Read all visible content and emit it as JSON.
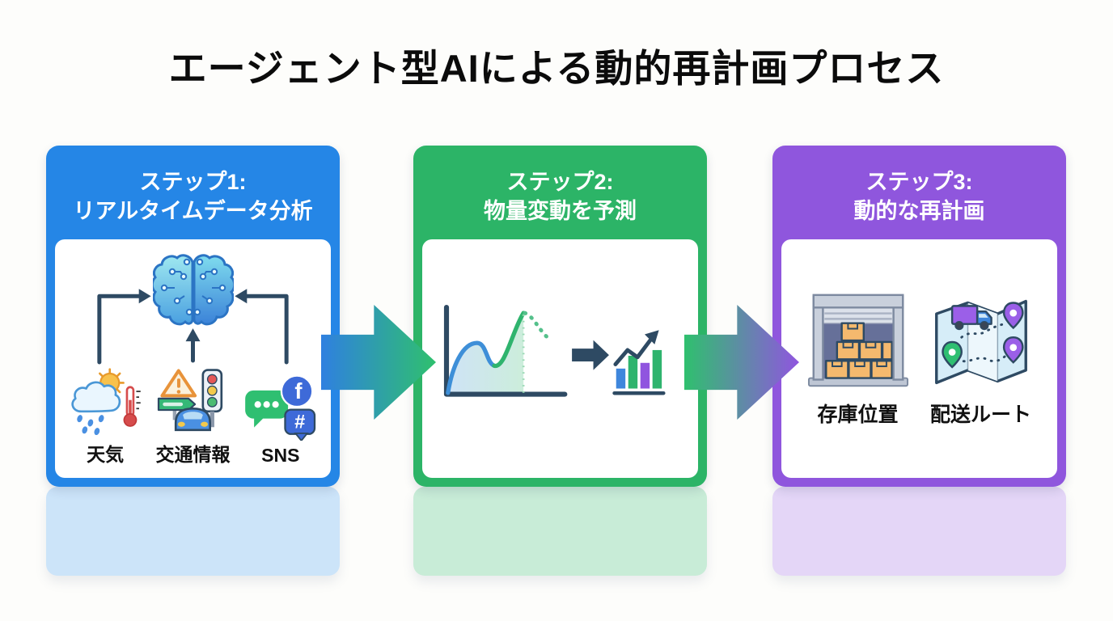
{
  "title": "エージェント型AIによる動的再計画プロセス",
  "colors": {
    "step1_accent": "#2586E6",
    "step1_pastel": "#CCE4F9",
    "step2_accent": "#2CB467",
    "step2_pastel": "#C8ECD7",
    "step3_accent": "#8F56DD",
    "step3_pastel": "#E4D6F7",
    "connector_navy": "#2E4A63",
    "arrow1_gradient_start": "#2F80E0",
    "arrow1_gradient_end": "#2FC06E",
    "arrow2_gradient_start": "#2FC06E",
    "arrow2_gradient_end": "#9055DF"
  },
  "steps": [
    {
      "header_line1": "ステップ1:",
      "header_line2": "リアルタイムデータ分析",
      "center_icon": "ai-brain-icon",
      "sources": [
        {
          "icon": "weather-icon",
          "label": "天気"
        },
        {
          "icon": "traffic-icon",
          "label": "交通情報"
        },
        {
          "icon": "sns-icon",
          "label": "SNS"
        }
      ]
    },
    {
      "header_line1": "ステップ2:",
      "header_line2": "物量変動を予測",
      "figure_icon": "demand-forecast-chart-icon"
    },
    {
      "header_line1": "ステップ3:",
      "header_line2": "動的な再計画",
      "outputs": [
        {
          "icon": "warehouse-icon",
          "label": "存庫位置"
        },
        {
          "icon": "route-map-icon",
          "label": "配送ルート"
        }
      ]
    }
  ],
  "flow_arrows": [
    {
      "icon": "block-arrow-right-icon",
      "from": "ステップ1",
      "to": "ステップ2"
    },
    {
      "icon": "block-arrow-right-icon",
      "from": "ステップ2",
      "to": "ステップ3"
    }
  ]
}
